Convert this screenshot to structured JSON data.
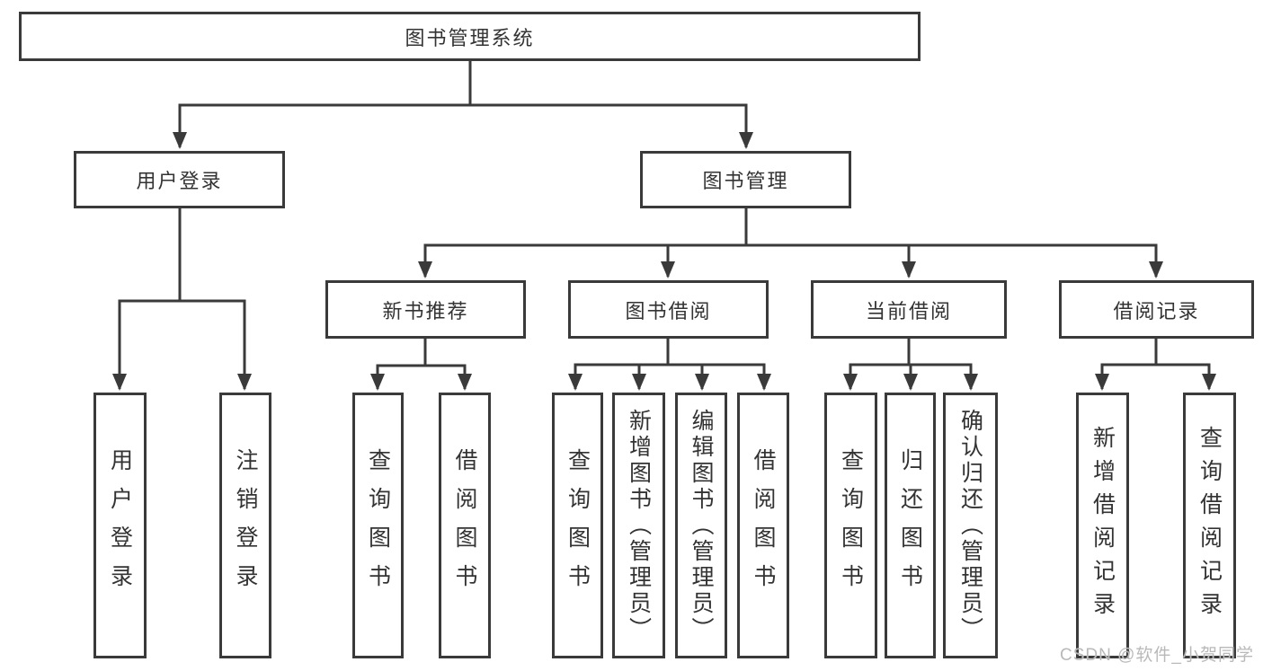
{
  "diagram_title": "图书管理系统",
  "tree": {
    "root": {
      "label": "图书管理系统"
    },
    "level2": [
      {
        "label": "用户登录",
        "leaves": [
          "用户登录",
          "注销登录"
        ]
      },
      {
        "label": "图书管理"
      }
    ],
    "level3": [
      {
        "label": "新书推荐",
        "leaves": [
          "查询图书",
          "借阅图书"
        ]
      },
      {
        "label": "图书借阅",
        "leaves": [
          "查询图书",
          "新增图书（管理员）",
          "编辑图书（管理员）",
          "借阅图书"
        ]
      },
      {
        "label": "当前借阅",
        "leaves": [
          "查询图书",
          "归还图书",
          "确认归还（管理员）"
        ]
      },
      {
        "label": "借阅记录",
        "leaves": [
          "新增借阅记录",
          "查询借阅记录"
        ]
      }
    ]
  },
  "watermark": "CSDN @软件_小贺同学",
  "colors": {
    "line": "#3a3a3a",
    "text": "#333333",
    "background": "#ffffff",
    "watermark": "#b9b9b9"
  }
}
